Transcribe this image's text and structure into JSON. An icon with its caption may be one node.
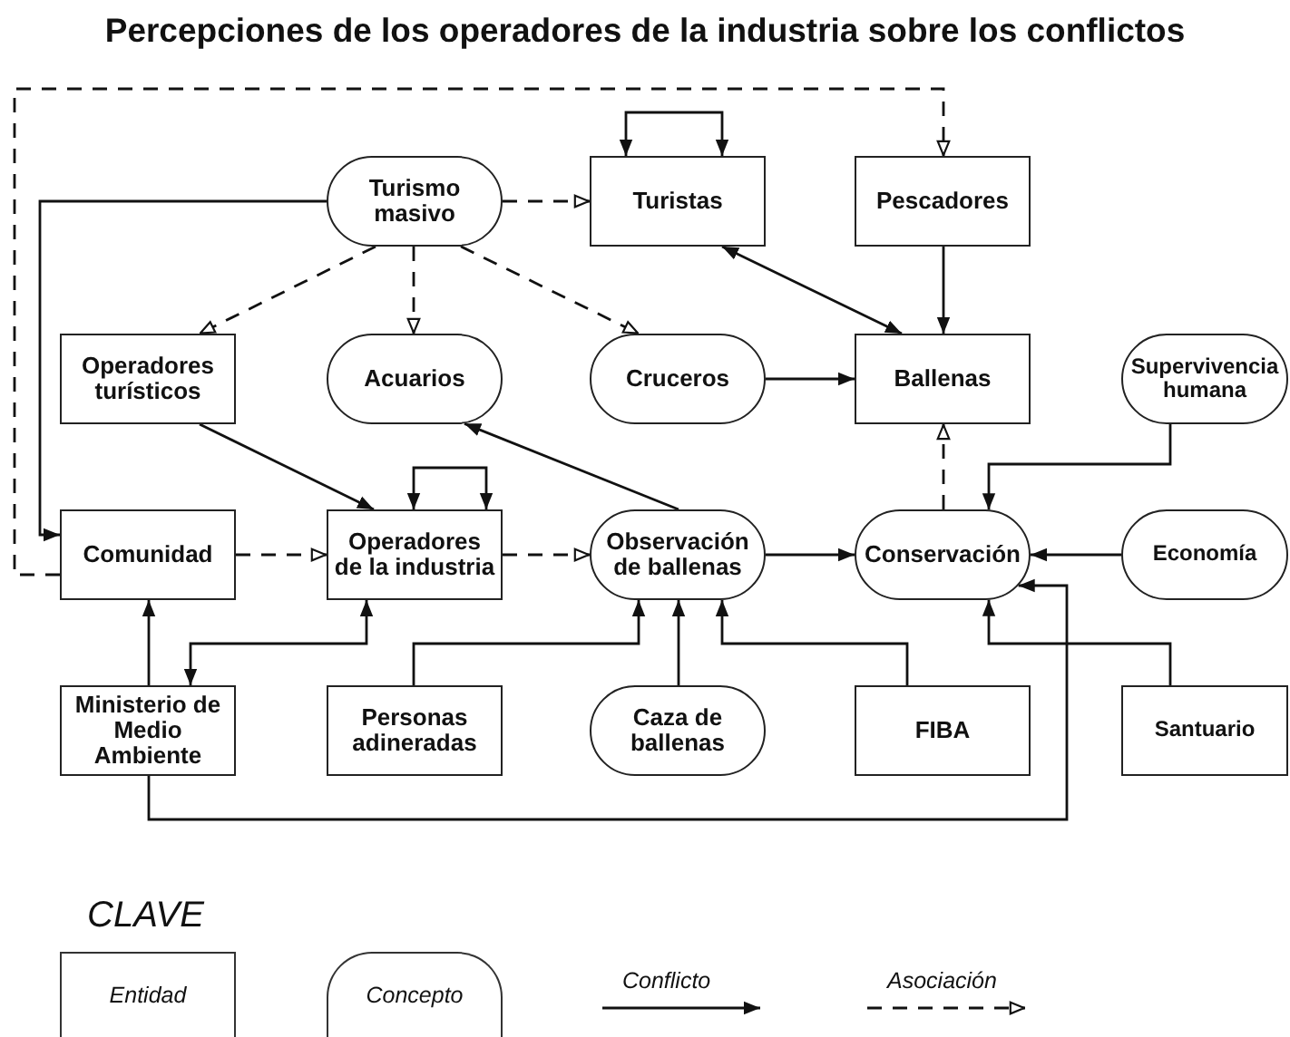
{
  "diagram": {
    "title": "Percepciones de los operadores de la industria sobre los conflictos",
    "nodes": [
      {
        "text": [
          "Turismo masivo"
        ]
      },
      {
        "text": [
          "Turistas"
        ]
      },
      {
        "text": [
          "Pescadores"
        ]
      },
      {
        "text": [
          "Operadores turísticos"
        ]
      },
      {
        "text": [
          "Acuarios"
        ]
      },
      {
        "text": [
          "Cruceros"
        ]
      },
      {
        "text": [
          "Ballenas"
        ]
      },
      {
        "text": [
          "Supervivencia humana"
        ]
      },
      {
        "text": [
          "Comunidad"
        ]
      },
      {
        "text": [
          "Operadores de la industria"
        ]
      },
      {
        "text": [
          "Observación de ballenas"
        ]
      },
      {
        "text": [
          "Conservación"
        ]
      },
      {
        "text": [
          "Economía"
        ]
      },
      {
        "text": [
          "Ministerio de Medio Ambiente"
        ]
      },
      {
        "text": [
          "Personas adineradas"
        ]
      },
      {
        "text": [
          "Caza de ballenas"
        ]
      },
      {
        "text": [
          "FIBA"
        ]
      },
      {
        "text": [
          "Santuario"
        ]
      }
    ],
    "edges": [
      {
        "from": 1,
        "to": 1,
        "arrow": "both"
      },
      {
        "from": 9,
        "to": 9,
        "arrow": "both"
      },
      {
        "from": 8,
        "to": 2,
        "arrow": "to",
        "style": "dashed"
      },
      {
        "from": 0,
        "to": 8,
        "arrow": "to"
      },
      {
        "from": 0,
        "to": 1,
        "arrow": "to",
        "style": "dashed"
      },
      {
        "from": 0,
        "to": 3,
        "arrow": "to",
        "style": "dashed"
      },
      {
        "from": 0,
        "to": 4,
        "arrow": "to",
        "style": "dashed"
      },
      {
        "from": 0,
        "to": 5,
        "arrow": "to",
        "style": "dashed"
      },
      {
        "from": 1,
        "to": 6,
        "arrow": "both"
      },
      {
        "from": 2,
        "to": 6,
        "arrow": "to"
      },
      {
        "from": 5,
        "to": 6,
        "arrow": "to"
      },
      {
        "from": 3,
        "to": 9,
        "arrow": "to"
      },
      {
        "from": 10,
        "to": 4,
        "arrow": "to"
      },
      {
        "from": 11,
        "to": 6,
        "arrow": "to",
        "style": "dashed"
      },
      {
        "from": 7,
        "to": 11,
        "arrow": "to"
      },
      {
        "from": 8,
        "to": 9,
        "arrow": "to",
        "style": "dashed"
      },
      {
        "from": 9,
        "to": 10,
        "arrow": "to",
        "style": "dashed"
      },
      {
        "from": 10,
        "to": 11,
        "arrow": "to"
      },
      {
        "from": 12,
        "to": 11,
        "arrow": "to"
      },
      {
        "from": 13,
        "to": 8,
        "arrow": "to"
      },
      {
        "from": 13,
        "to": 9,
        "arrow": "both"
      },
      {
        "from": 14,
        "to": 10,
        "arrow": "to"
      },
      {
        "from": 15,
        "to": 10,
        "arrow": "to"
      },
      {
        "from": 16,
        "to": 10,
        "arrow": "to"
      },
      {
        "from": 17,
        "to": 11,
        "arrow": "to"
      },
      {
        "from": 13,
        "to": 11,
        "arrow": "to"
      }
    ],
    "labels": [
      "CLAVE"
    ],
    "legend": [
      {
        "text": "Entidad"
      },
      {
        "text": "Concepto"
      },
      {
        "text": "Conflicto"
      },
      {
        "text": "Asociación"
      }
    ]
  }
}
